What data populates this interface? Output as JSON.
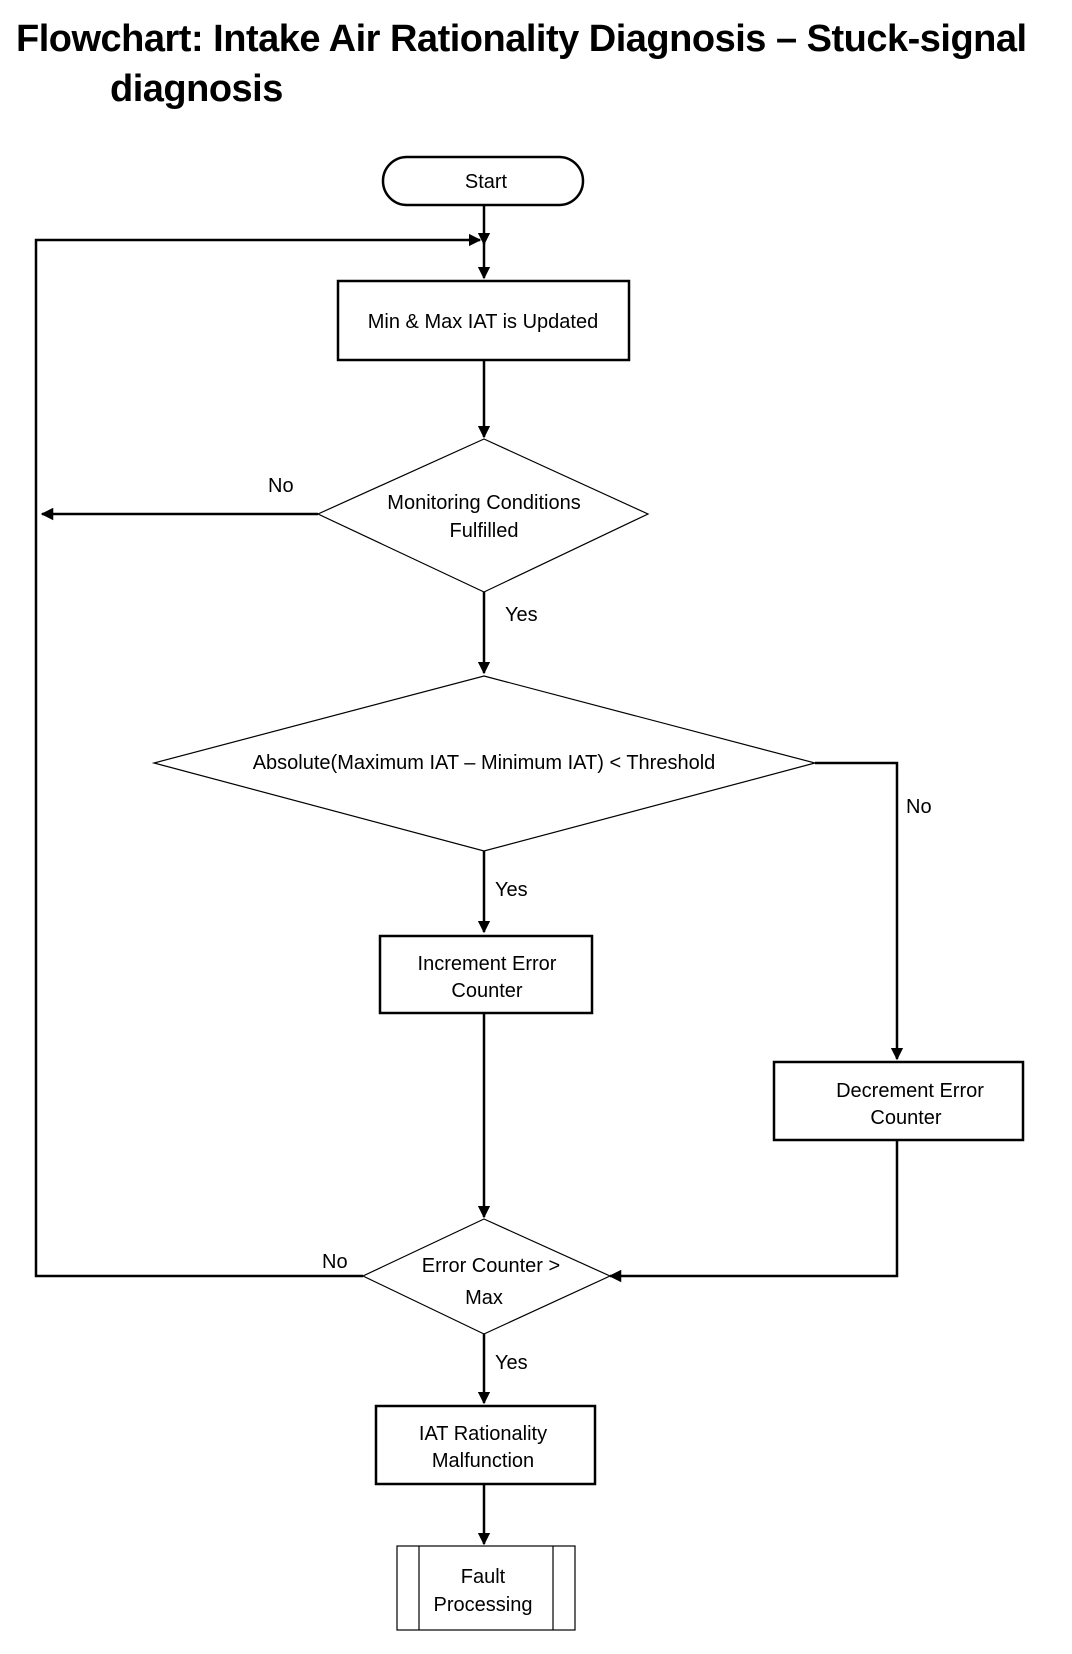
{
  "title": {
    "line1": "Flowchart: Intake Air Rationality Diagnosis – Stuck-signal",
    "line2": "diagnosis"
  },
  "nodes": {
    "start": "Start",
    "update_min_max": "Min & Max IAT is Updated",
    "monitoring": {
      "line1": "Monitoring Conditions",
      "line2": "Fulfilled"
    },
    "threshold_check": "Absolute(Maximum IAT – Minimum IAT) < Threshold",
    "increment": {
      "line1": "Increment Error",
      "line2": "Counter"
    },
    "decrement": {
      "line1": "Decrement Error",
      "line2": "Counter"
    },
    "counter_check": {
      "line1": "Error Counter >",
      "line2": "Max"
    },
    "malfunction": {
      "line1": "IAT Rationality",
      "line2": "Malfunction"
    },
    "fault_processing": {
      "line1": "Fault",
      "line2": "Processing"
    }
  },
  "edge_labels": {
    "monitoring_no": "No",
    "monitoring_yes": "Yes",
    "threshold_yes": "Yes",
    "threshold_no": "No",
    "counter_no": "No",
    "counter_yes": "Yes"
  }
}
